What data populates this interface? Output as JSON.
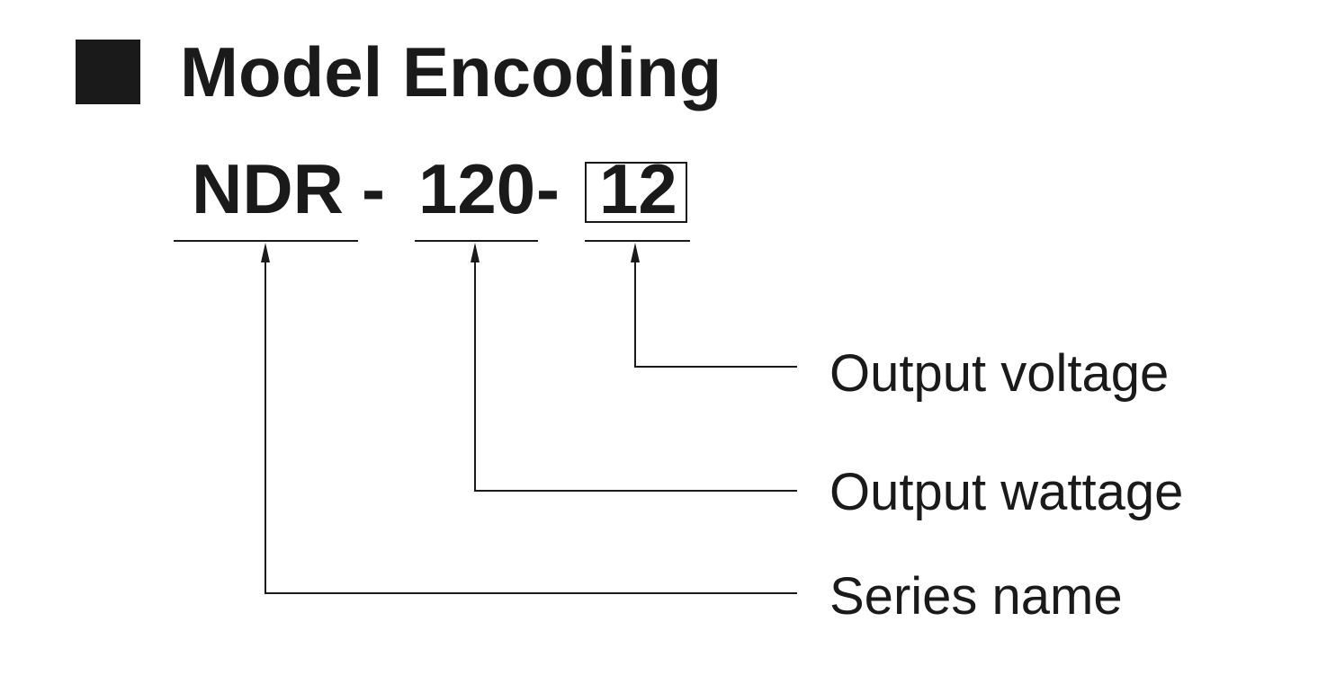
{
  "title": "Model Encoding",
  "model_code": {
    "series": "NDR",
    "separator1": "-",
    "wattage": "120",
    "separator2": "-",
    "voltage": "12"
  },
  "labels": {
    "output_voltage": "Output voltage",
    "output_wattage": "Output wattage",
    "series_name": "Series name"
  },
  "colors": {
    "ink": "#1a1a1a",
    "background": "#ffffff"
  }
}
